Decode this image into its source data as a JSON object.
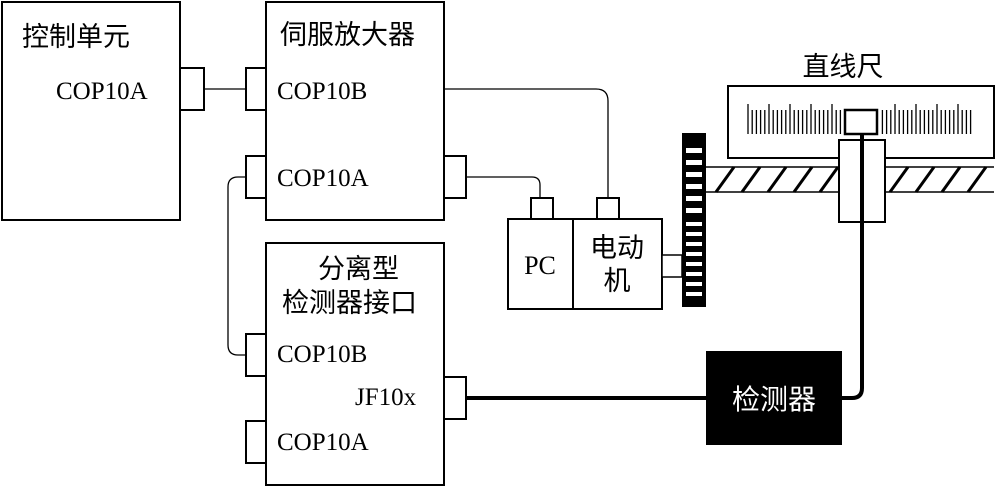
{
  "control_unit": {
    "title": "控制单元",
    "port_cop10a": "COP10A"
  },
  "servo_amp": {
    "title": "伺服放大器",
    "port_cop10b": "COP10B",
    "port_cop10a": "COP10A"
  },
  "separate_detector_interface": {
    "title_line1": "分离型",
    "title_line2": "检测器接口",
    "port_cop10b": "COP10B",
    "port_jf10x": "JF10x",
    "port_cop10a": "COP10A"
  },
  "motor_unit": {
    "pc_label": "PC",
    "motor_line1": "电动",
    "motor_line2": "机"
  },
  "linear_scale": {
    "title": "直线尺"
  },
  "detector": {
    "label": "检测器"
  },
  "colors": {
    "line": "#000000",
    "background": "#ffffff",
    "detector_fill": "#000000",
    "detector_text": "#ffffff"
  }
}
